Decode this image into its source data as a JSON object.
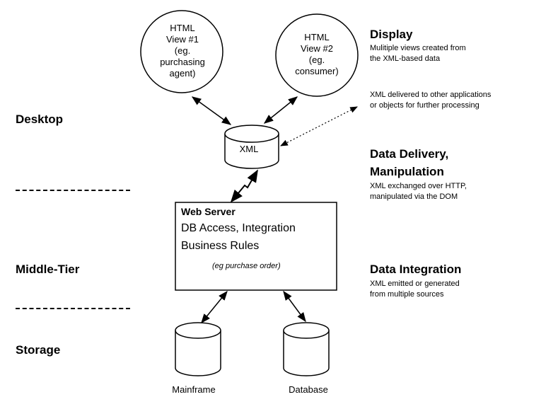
{
  "tiers": {
    "desktop": "Desktop",
    "middle": "Middle-Tier",
    "storage": "Storage"
  },
  "views": {
    "view1": "HTML\nView #1\n(eg.\npurchasing\nagent)",
    "view2": "HTML\nView #2\n(eg.\nconsumer)"
  },
  "xml_store": "XML",
  "web_server": {
    "title": "Web Server",
    "line1": "DB Access, Integration",
    "line2": "Business Rules",
    "note": "(eg purchase order)"
  },
  "storage": {
    "mainframe": "Mainframe",
    "database": "Database"
  },
  "descriptions": {
    "display_title": "Display",
    "display_text": "Mulitiple views created from\nthe XML-based data",
    "apps_text": "XML delivered to other applications\nor objects for further processing",
    "delivery_title_1": "Data Delivery,",
    "delivery_title_2": "Manipulation",
    "delivery_text": "XML exchanged over HTTP,\nmanipulated via the DOM",
    "integration_title": "Data Integration",
    "integration_text": "XML emitted or generated\nfrom multiple sources"
  }
}
